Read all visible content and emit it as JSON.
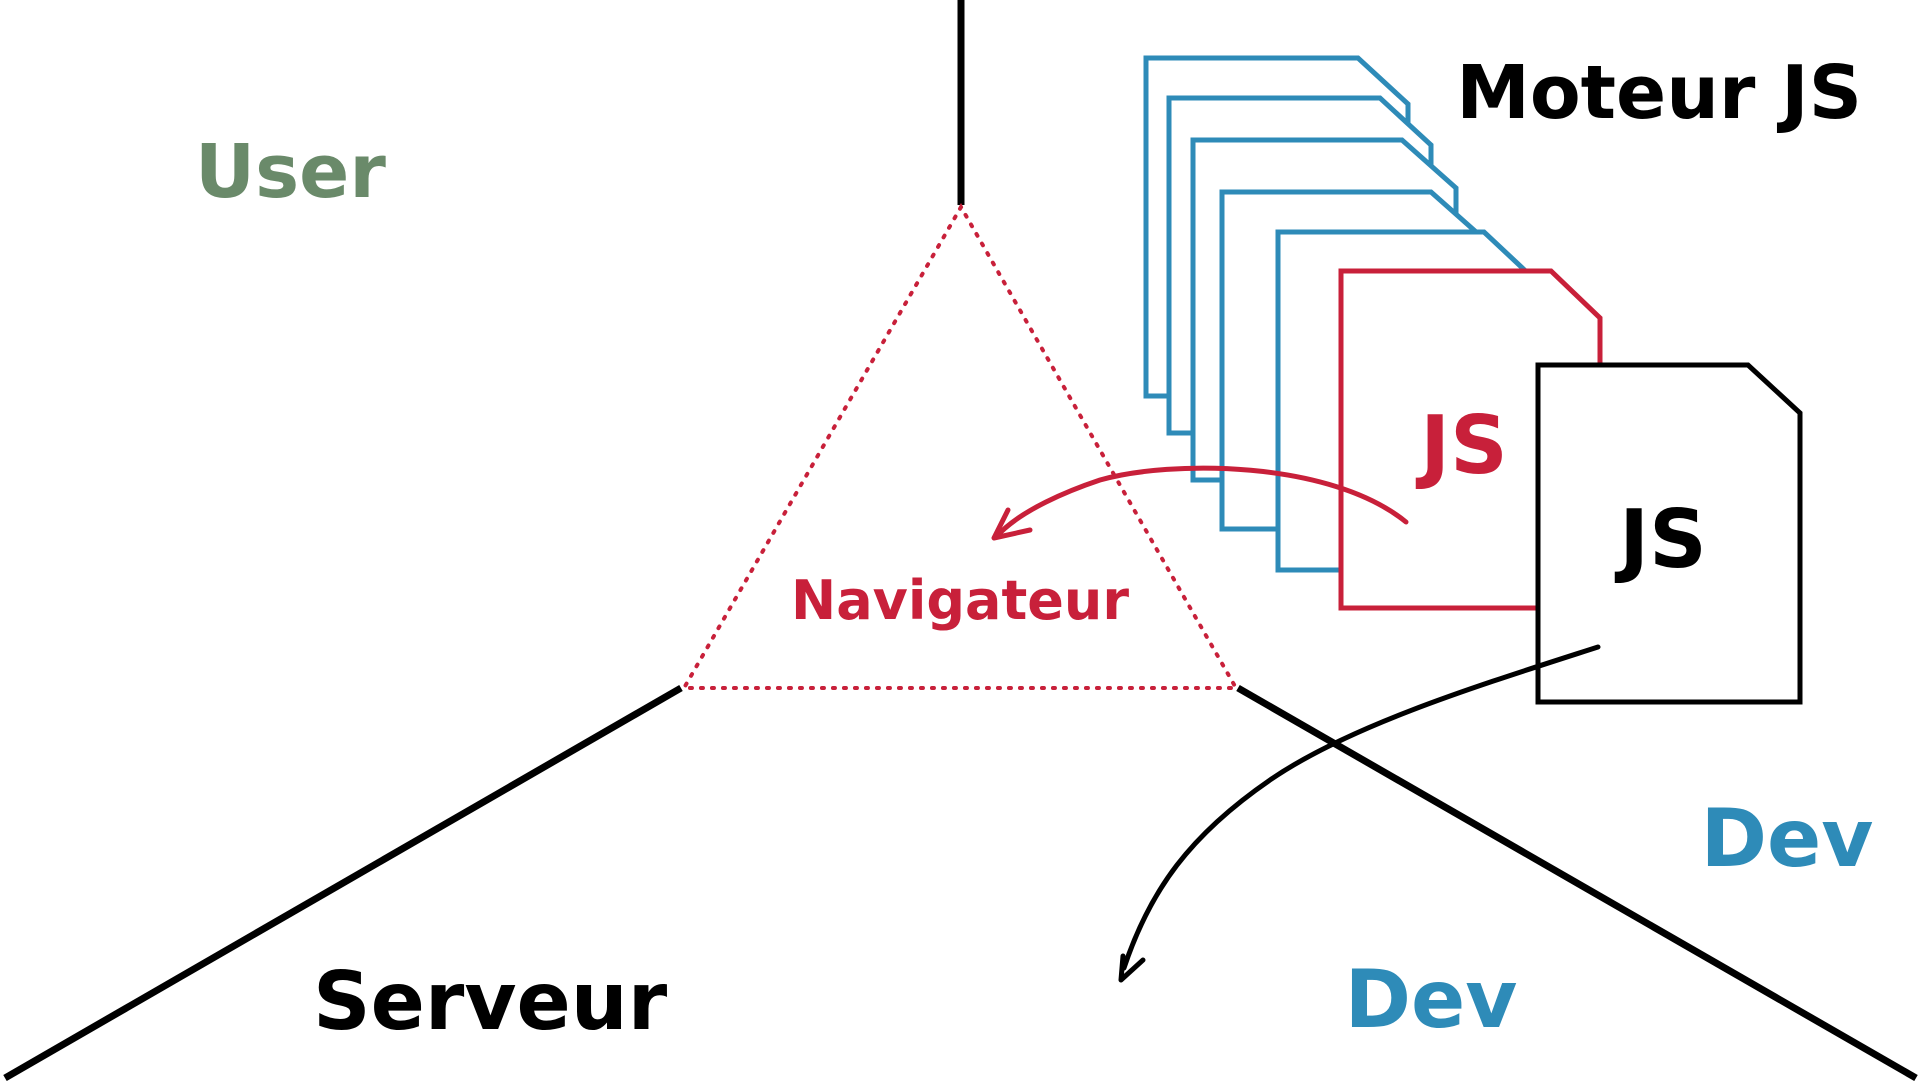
{
  "labels": {
    "user": "User",
    "serveur": "Serveur",
    "navigateur": "Navigateur",
    "moteur_js": "Moteur JS",
    "js_red": "JS",
    "js_black": "JS",
    "dev_upper": "Dev",
    "dev_lower": "Dev"
  },
  "colors": {
    "black": "#000000",
    "red": "#c8203a",
    "blue": "#2e8bb8",
    "green": "#6a8a6a"
  }
}
